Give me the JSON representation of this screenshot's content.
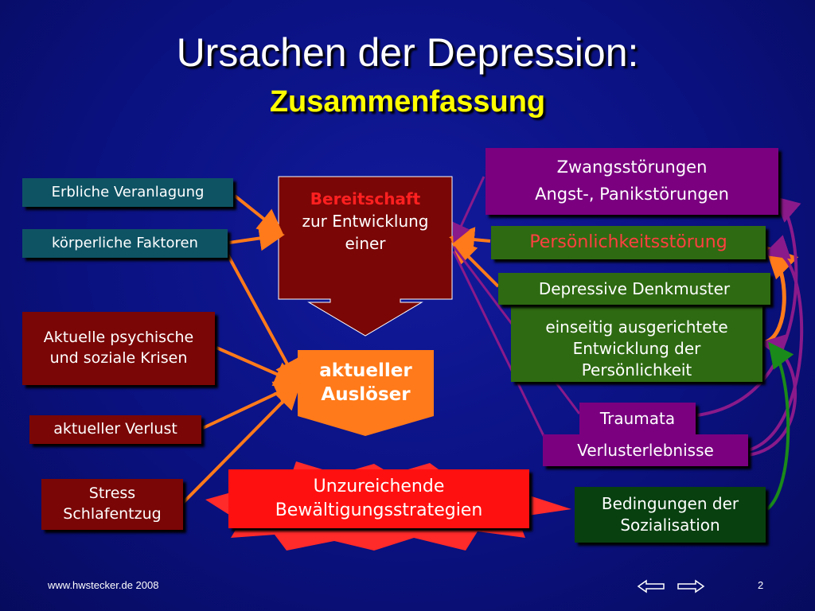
{
  "title": "Ursachen der Depression:",
  "subtitle": "Zusammenfassung",
  "left_factors": {
    "erbliche": "Erbliche Veranlagung",
    "koerperliche": "körperliche Faktoren",
    "krisen": "Aktuelle psychische und soziale Krisen",
    "verlust": "aktueller Verlust",
    "stress": "Stress Schlafentzug"
  },
  "center": {
    "bereitschaft_bold": "Bereitschaft",
    "bereitschaft_rest": "zur Entwicklung einer",
    "ausloeser": "aktueller Auslöser",
    "bewaeltigung": "Unzureichende Bewältigungsstrategien"
  },
  "right_factors": {
    "zwang": "Zwangsstörungen",
    "angst": "Angst-, Panikstörungen",
    "persoenlichkeit": "Persönlichkeitsstörung",
    "denkmuster": "Depressive Denkmuster",
    "einseitig": "einseitig ausgerichtete Entwicklung der Persönlichkeit",
    "traumata": "Traumata",
    "verlusterlebnisse": "Verlusterlebnisse",
    "sozialisation": "Bedingungen der Sozialisation"
  },
  "footer": {
    "url": "www.hwstecker.de 2008",
    "page": "2"
  },
  "colors": {
    "background": "#0a1180",
    "title": "#ffffff",
    "subtitle": "#ffff00",
    "arrow_orange": "#ff7a1a",
    "arrow_purple": "#8a1a8a",
    "arrow_green": "#1a8a1a",
    "red_box": "#ff1010",
    "dark_red_box": "#7a0606",
    "purple_box": "#7a0080",
    "green_box": "#2e6a12",
    "teal_box": "#0e5364"
  }
}
